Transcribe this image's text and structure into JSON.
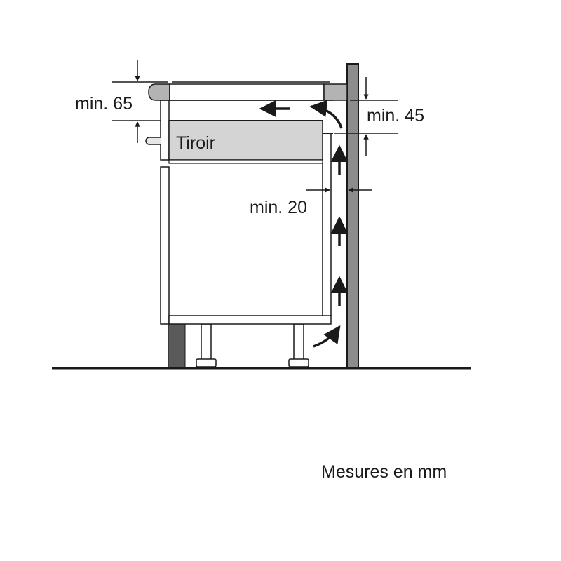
{
  "labels": {
    "min_top": "min. 65",
    "min_right": "min. 45",
    "min_gap": "min. 20",
    "drawer": "Tiroir",
    "units_note": "Mesures en mm"
  },
  "colors": {
    "line": "#1a1a1a",
    "wall": "#8c8c8c",
    "hob": "#b3b3b3",
    "drawer_fill": "#d4d4d4",
    "panel": "#e6e6e6",
    "plinth": "#5a5a5a",
    "cabinet": "#ffffff"
  },
  "airflow_arrow_count": 6
}
